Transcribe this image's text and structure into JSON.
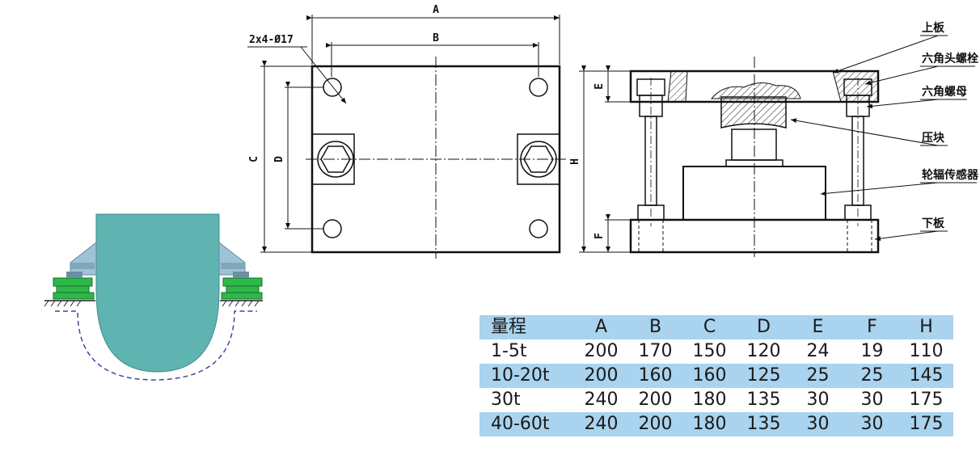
{
  "plan_view": {
    "dim_a": "A",
    "dim_b": "B",
    "dim_c": "C",
    "dim_d": "D",
    "hole_callout": "2x4-Ø17"
  },
  "section_view": {
    "dim_e": "E",
    "dim_f": "F",
    "dim_h": "H",
    "parts": [
      "上板",
      "六角头螺栓",
      "六角螺母",
      "压块",
      "轮辐传感器",
      "下板"
    ]
  },
  "table": {
    "header": [
      "量程",
      "A",
      "B",
      "C",
      "D",
      "E",
      "F",
      "H"
    ],
    "rows": [
      [
        "1-5t",
        "200",
        "170",
        "150",
        "120",
        "24",
        "19",
        "110"
      ],
      [
        "10-20t",
        "200",
        "160",
        "160",
        "125",
        "25",
        "25",
        "145"
      ],
      [
        "30t",
        "240",
        "200",
        "180",
        "135",
        "30",
        "30",
        "175"
      ],
      [
        "40-60t",
        "240",
        "200",
        "180",
        "135",
        "30",
        "30",
        "175"
      ]
    ]
  },
  "colors": {
    "tank": "#5fb3b0",
    "mount": "#9fc3d6",
    "sensor": "#2db84a",
    "table_shade": "#a9d3ee"
  }
}
